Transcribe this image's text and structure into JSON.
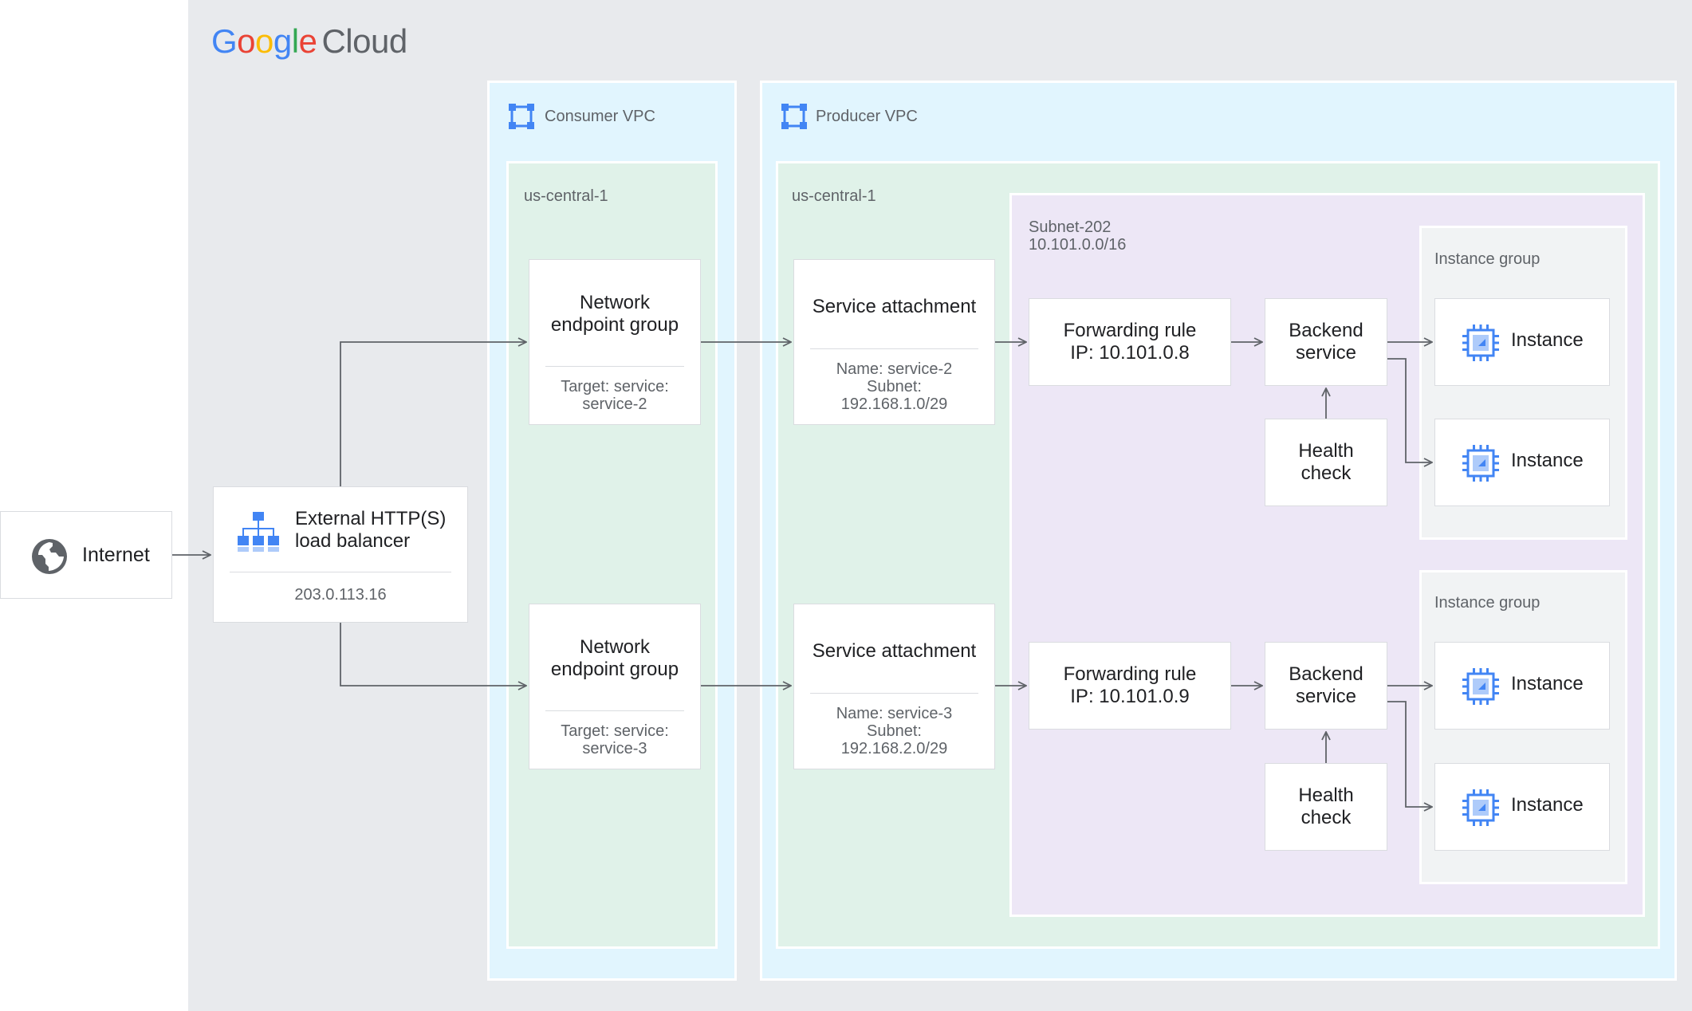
{
  "brand": {
    "google": "Google",
    "cloud": "Cloud",
    "letter_colors": [
      "#4285F4",
      "#EA4335",
      "#FBBC05",
      "#4285F4",
      "#34A853",
      "#EA4335"
    ]
  },
  "colors": {
    "accent_blue": "#4285F4",
    "vpc_fill": "#e1f5fe",
    "region_fill": "#e0f2e9",
    "subnet_fill": "#ede7f6",
    "arrow": "#5f6368"
  },
  "internet": {
    "label": "Internet",
    "icon": "globe-icon"
  },
  "load_balancer": {
    "title_line1": "External HTTP(S)",
    "title_line2": "load balancer",
    "ip": "203.0.113.16",
    "icon": "load-balancer-icon"
  },
  "consumer_vpc": {
    "label": "Consumer VPC",
    "icon": "vpc-icon",
    "region": "us-central-1",
    "negs": [
      {
        "title_line1": "Network",
        "title_line2": "endpoint group",
        "target_line1": "Target: service:",
        "target_line2": "service-2"
      },
      {
        "title_line1": "Network",
        "title_line2": "endpoint group",
        "target_line1": "Target: service:",
        "target_line2": "service-3"
      }
    ]
  },
  "producer_vpc": {
    "label": "Producer VPC",
    "icon": "vpc-icon",
    "region": "us-central-1",
    "service_attachments": [
      {
        "title": "Service attachment",
        "name": "Name: service-2",
        "subnet_label": "Subnet:",
        "subnet": "192.168.1.0/29"
      },
      {
        "title": "Service attachment",
        "name": "Name: service-3",
        "subnet_label": "Subnet:",
        "subnet": "192.168.2.0/29"
      }
    ],
    "subnet": {
      "name": "Subnet-202",
      "cidr": "10.101.0.0/16",
      "rows": [
        {
          "forwarding_rule": {
            "line1": "Forwarding rule",
            "line2": "IP: 10.101.0.8"
          },
          "backend_service": {
            "line1": "Backend",
            "line2": "service"
          },
          "health_check": {
            "line1": "Health",
            "line2": "check"
          },
          "instance_group": {
            "label": "Instance group",
            "instances": [
              "Instance",
              "Instance"
            ]
          }
        },
        {
          "forwarding_rule": {
            "line1": "Forwarding rule",
            "line2": "IP: 10.101.0.9"
          },
          "backend_service": {
            "line1": "Backend",
            "line2": "service"
          },
          "health_check": {
            "line1": "Health",
            "line2": "check"
          },
          "instance_group": {
            "label": "Instance group",
            "instances": [
              "Instance",
              "Instance"
            ]
          }
        }
      ]
    }
  }
}
